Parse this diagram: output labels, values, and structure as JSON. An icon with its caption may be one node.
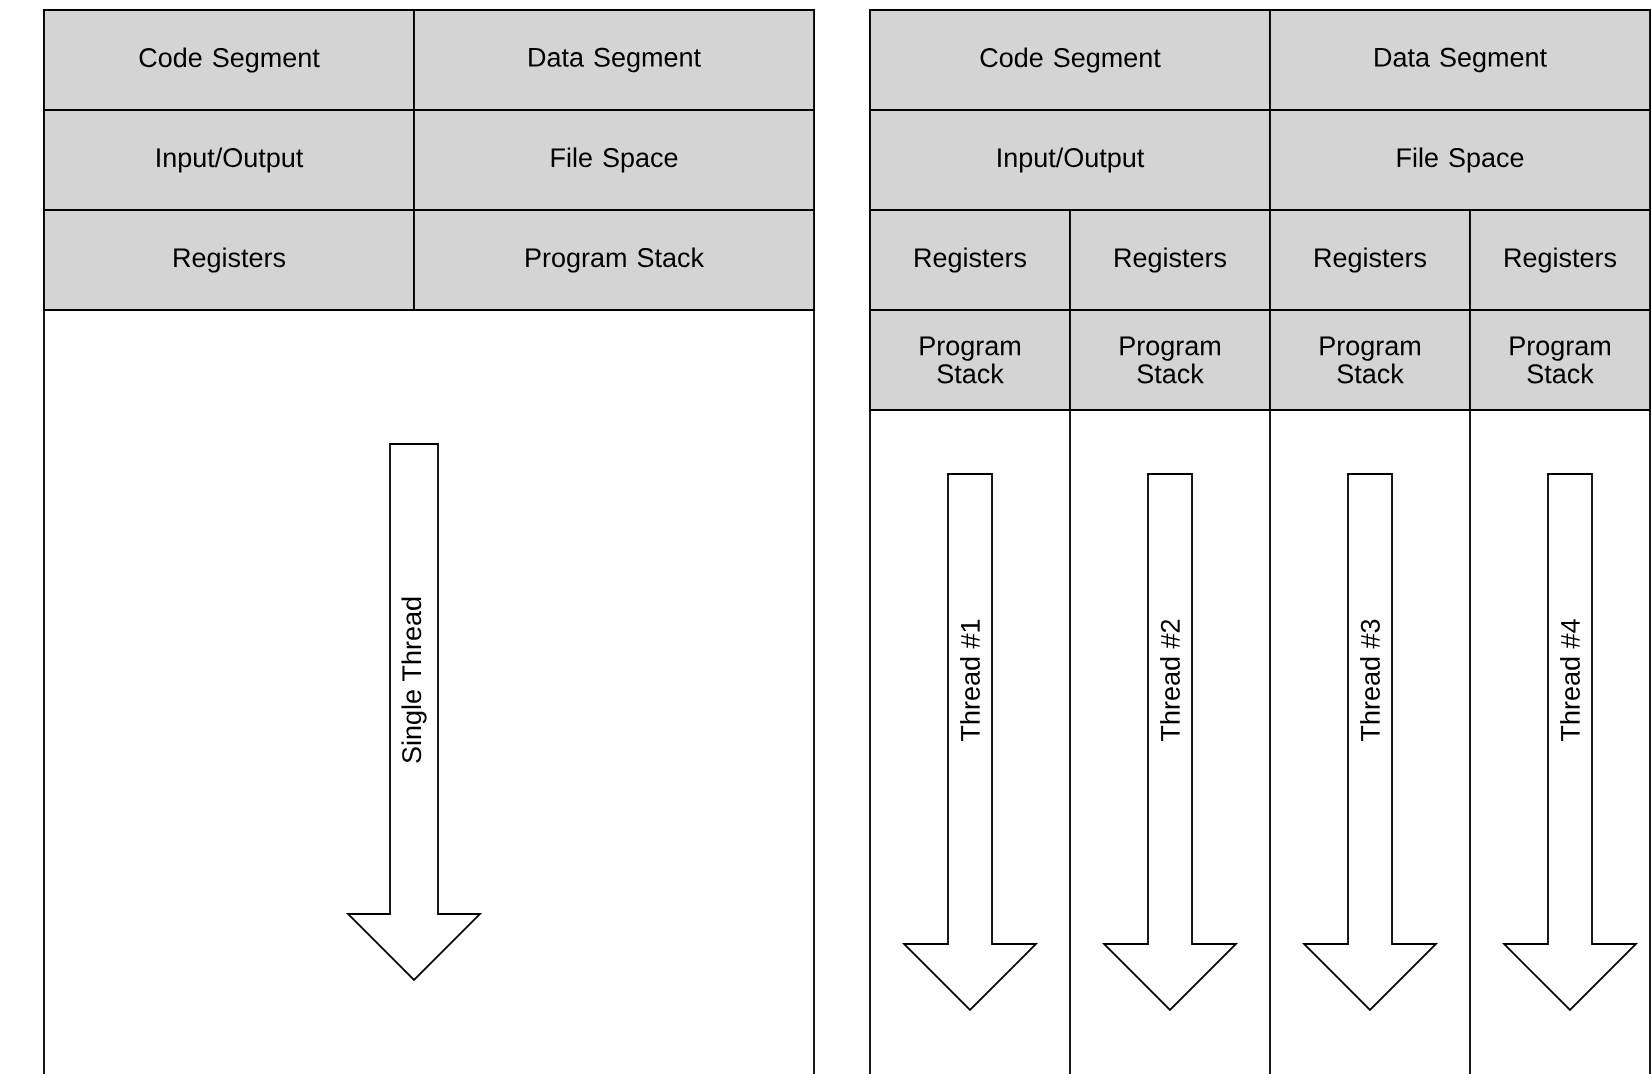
{
  "diagram": {
    "nodes": [
      {
        "text": [
          "Code Segment"
        ]
      },
      {
        "text": [
          "Data Segment"
        ]
      },
      {
        "text": [
          "Input/Output"
        ]
      },
      {
        "text": [
          "File Space"
        ]
      },
      {
        "text": [
          "Registers"
        ]
      },
      {
        "text": [
          "Program Stack"
        ]
      },
      {
        "text": [
          "Single Thread"
        ]
      },
      {
        "text": [
          "Code Segment"
        ]
      },
      {
        "text": [
          "Data Segment"
        ]
      },
      {
        "text": [
          "Input/Output"
        ]
      },
      {
        "text": [
          "File Space"
        ]
      },
      {
        "text": [
          "Registers"
        ]
      },
      {
        "text": [
          "Registers"
        ]
      },
      {
        "text": [
          "Registers"
        ]
      },
      {
        "text": [
          "Registers"
        ]
      },
      {
        "text": [
          "Program Stack"
        ]
      },
      {
        "text": [
          "Program Stack"
        ]
      },
      {
        "text": [
          "Program Stack"
        ]
      },
      {
        "text": [
          "Program Stack"
        ]
      },
      {
        "text": [
          "Thread #1"
        ]
      },
      {
        "text": [
          "Thread #2"
        ]
      },
      {
        "text": [
          "Thread #3"
        ]
      },
      {
        "text": [
          "Thread #4"
        ]
      }
    ]
  }
}
